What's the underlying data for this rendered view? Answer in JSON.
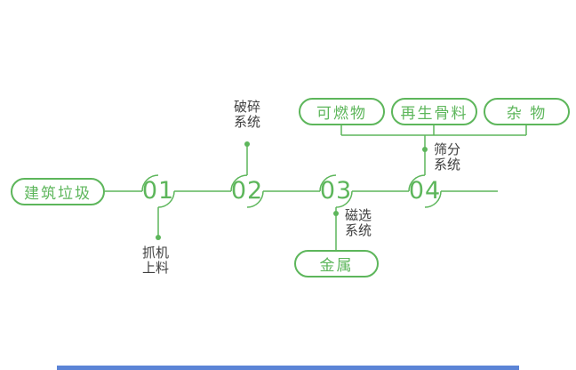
{
  "colors": {
    "green": "#5db65b",
    "label_text": "#3e3e3e",
    "bottom_bar": "#5b84d6"
  },
  "pills": {
    "source": "建筑垃圾",
    "metal": "金属",
    "combustible": "可燃物",
    "recycled_aggregate": "再生骨料",
    "misc": "杂 物"
  },
  "nodes": [
    "01",
    "02",
    "03",
    "04"
  ],
  "labels": {
    "feeding": {
      "line1": "抓机",
      "line2": "上料"
    },
    "crushing": {
      "line1": "破碎",
      "line2": "系统"
    },
    "magnetic": {
      "line1": "磁选",
      "line2": "系统"
    },
    "screening": {
      "line1": "筛分",
      "line2": "系统"
    }
  }
}
